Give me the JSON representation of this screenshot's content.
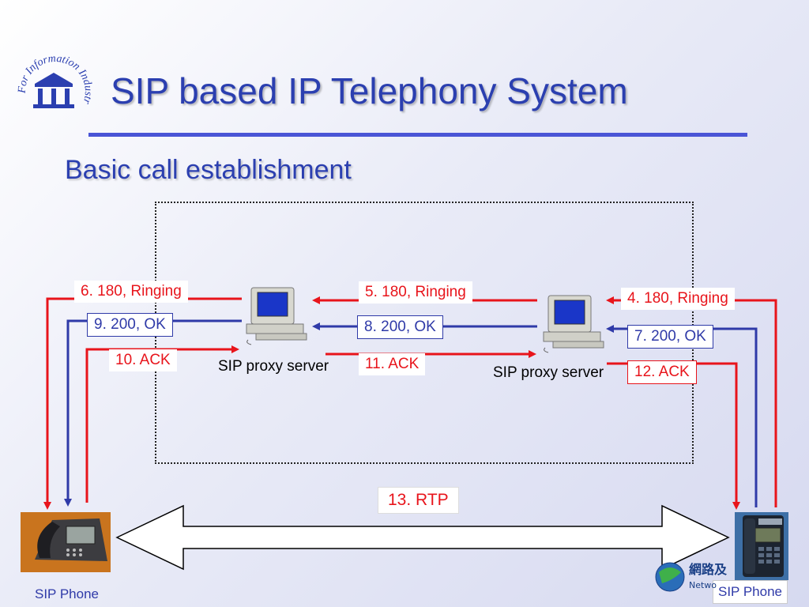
{
  "slide": {
    "title": "SIP based IP Telephony System",
    "subtitle": "Basic call establishment"
  },
  "logo": {
    "arc_text": "For Information Industry Institute",
    "mark": "III"
  },
  "nodes": {
    "proxy_left_label": "SIP proxy server",
    "proxy_right_label": "SIP proxy server",
    "phone_left_label": "SIP Phone",
    "phone_right_label": "SIP Phone"
  },
  "messages": {
    "m4": "4. 180, Ringing",
    "m5": "5. 180, Ringing",
    "m6": "6. 180, Ringing",
    "m7": "7. 200, OK",
    "m8": "8. 200, OK",
    "m9": "9. 200, OK",
    "m10": "10. ACK",
    "m11": "11. ACK",
    "m12": "12. ACK",
    "m13": "13. RTP"
  },
  "corner_logo_text": "網路及\nNetwo",
  "colors": {
    "red": "#e8141b",
    "blue": "#2f3aa8",
    "title": "#2b3fb0",
    "rule": "#4a55d6"
  }
}
